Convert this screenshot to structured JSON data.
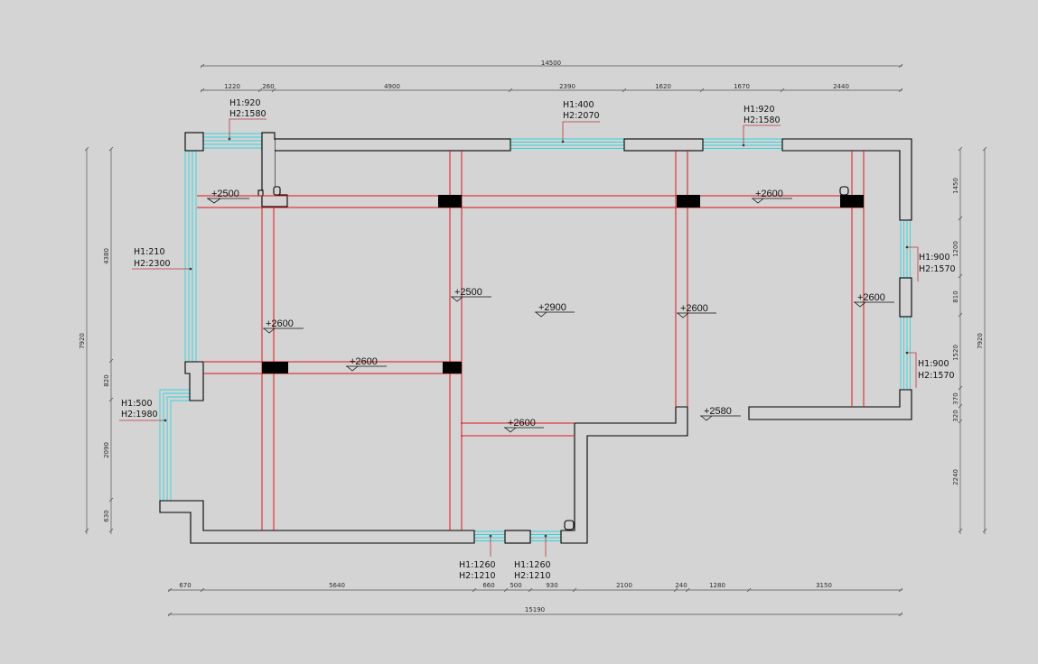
{
  "dimensions": {
    "top_total": "14500",
    "top_segments": [
      "1220",
      "260",
      "4900",
      "2390",
      "1620",
      "1670",
      "2440"
    ],
    "bottom_total": "15190",
    "bottom_segments": [
      "670",
      "5640",
      "660",
      "500",
      "930",
      "2100",
      "240",
      "1280",
      "3150"
    ],
    "left_total": "7920",
    "left_segments": [
      "4380",
      "820",
      "2090",
      "630"
    ],
    "right_total": "7920",
    "right_segments": [
      "1450",
      "1200",
      "810",
      "1520",
      "370",
      "320",
      "2240"
    ]
  },
  "window_notes": [
    {
      "h1": "H1:920",
      "h2": "H2:1580"
    },
    {
      "h1": "H1:400",
      "h2": "H2:2070"
    },
    {
      "h1": "H1:920",
      "h2": "H2:1580"
    },
    {
      "h1": "H1:210",
      "h2": "H2:2300"
    },
    {
      "h1": "H1:500",
      "h2": "H2:1980"
    },
    {
      "h1": "H1:900",
      "h2": "H2:1570"
    },
    {
      "h1": "H1:900",
      "h2": "H2:1570"
    },
    {
      "h1": "H1:1260",
      "h2": "H2:1210"
    },
    {
      "h1": "H1:1260",
      "h2": "H2:1210"
    }
  ],
  "elevations": [
    "+2500",
    "+2600",
    "+2500",
    "+2900",
    "+2600",
    "+2600",
    "+2600",
    "+2600",
    "+2600",
    "+2580"
  ]
}
